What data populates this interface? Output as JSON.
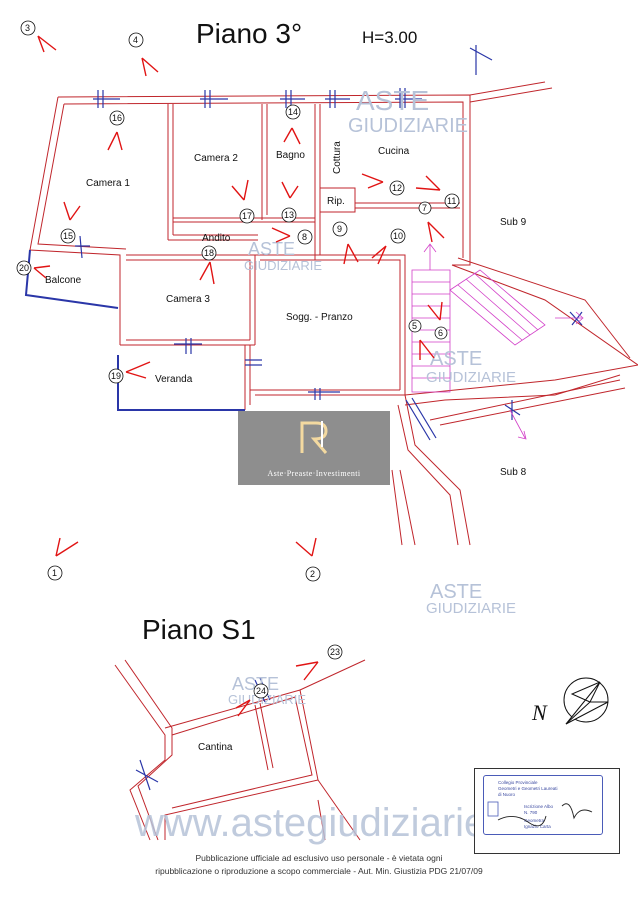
{
  "titles": {
    "floor3": "Piano  3°",
    "height": "H=3.00",
    "floorS1": "Piano  S1"
  },
  "rooms": {
    "camera1": "Camera 1",
    "camera2": "Camera 2",
    "bagno": "Bagno",
    "cottura": "Cottura",
    "cucina": "Cucina",
    "rip": "Rip.",
    "andito": "Andito",
    "balcone": "Balcone",
    "camera3": "Camera 3",
    "soggiorno": "Sogg. - Pranzo",
    "veranda": "Veranda",
    "sub9": "Sub 9",
    "sub8": "Sub 8",
    "cantina": "Cantina"
  },
  "markers": [
    "1",
    "2",
    "3",
    "4",
    "5",
    "6",
    "7",
    "8",
    "9",
    "10",
    "11",
    "12",
    "13",
    "14",
    "15",
    "16",
    "17",
    "18",
    "19",
    "20",
    "23",
    "24"
  ],
  "watermark": {
    "aste": "ASTE",
    "giudiziarie": "GIUDIZIARIE",
    "tagline": "Aste·Preaste·Investimenti",
    "url": "www.astegiudiziarie.it"
  },
  "north_label": "N",
  "footer": {
    "line1": "Pubblicazione ufficiale ad esclusivo uso personale - è vietata ogni",
    "line2": "ripubblicazione o riproduzione a scopo commerciale - Aut. Min. Giustizia PDG 21/07/09"
  },
  "stamp": {
    "line1": "Collegio Provinciale",
    "line2": "Geometri e Geometri Laureati",
    "line3": "di Nuoro",
    "line4": "Iscrizione Albo",
    "line5": "N. 790",
    "line6": "Geometra",
    "line7": "Ignazio Carta"
  },
  "colors": {
    "wall": "#c0262c",
    "marker": "#e11414",
    "blue": "#2a36a8",
    "stairs": "#d23fc8",
    "watermark_box": "#8e8e8e"
  }
}
